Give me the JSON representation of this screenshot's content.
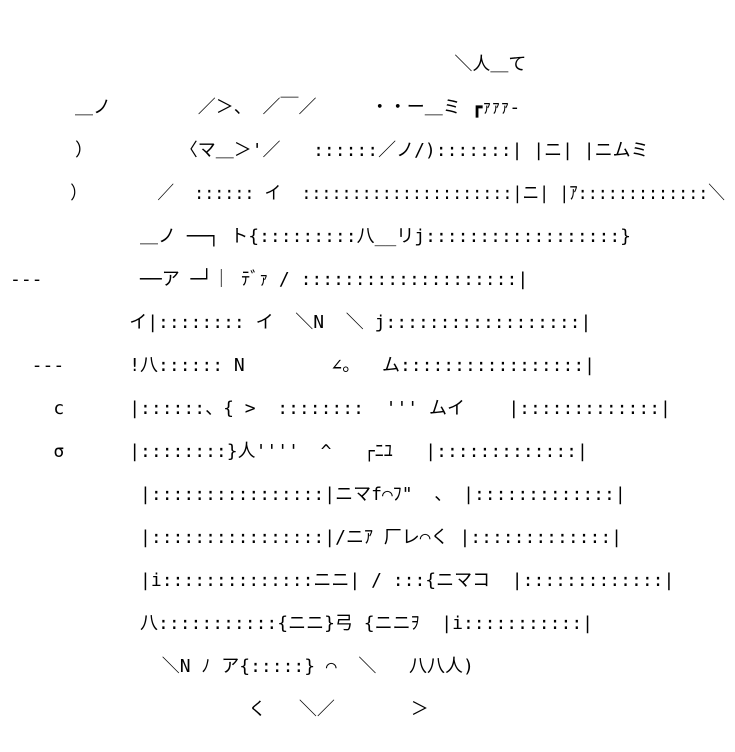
{
  "artwork": {
    "kind": "ascii-art",
    "lines": [
      "                                         ＼人＿て",
      "      ＿ノ        ／＞、 ／￣／     ・・ー＿ミ ┏ｧｧｧ-",
      "      ）        〈マ＿＞'／   ::::::／ノ/):::::::| |ニ| |ニムミ",
      "      ）       ／  :::::: イ  :::::::::::::::::::::|ニ| |ｱ:::::::::::::＼",
      "            ＿ノ ──┐ ト{:::::::::八__リj::::::::::::::::::}",
      "---         ──ア ─┘｜ ﾃﾞｧ / ::::::::::::::::::::|",
      "           イ|:::::::: イ  ＼N  ＼ j::::::::::::::::::|",
      "  ---      !八:::::: N        ∠。  ム:::::::::::::::::|",
      "    c      |::::::、{ >  ::::::::  ''' ムイ    |:::::::::::::|",
      "    σ      |::::::::}人''''  ^   ┌ﾆﾕ   |:::::::::::::|",
      "            |::::::::::::::::|ニマf⌒ﾌ\"  、 |:::::::::::::|",
      "            |::::::::::::::::|/ニｱ 厂レ⌒く |:::::::::::::|",
      "            |i::::::::::::::ニニ| / :::{ニマコ  |:::::::::::::|",
      "            八:::::::::::{ニニ}弓 {ニニｦ  |i:::::::::::|",
      "              ＼N ﾉ ア{:::::} ⌒  ＼   八八人)",
      "                      く   ＼／       ＞"
    ]
  }
}
